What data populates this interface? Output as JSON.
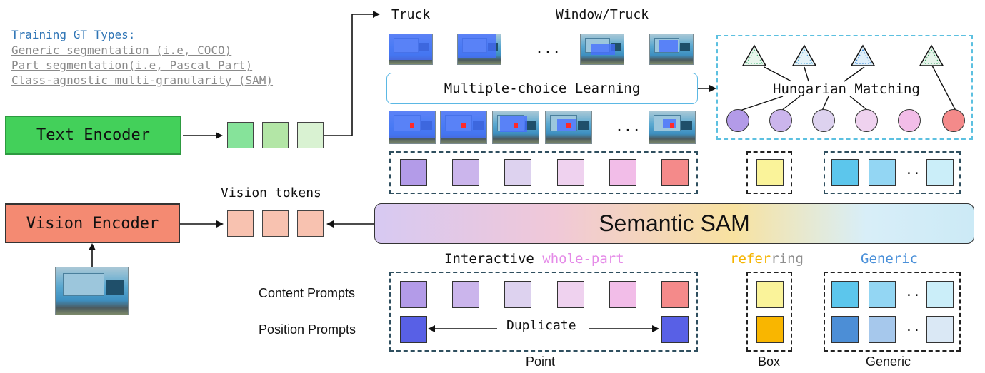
{
  "legend": {
    "title": "Training GT Types:",
    "items": [
      "Generic segmentation (i.e, COCO)",
      "Part segmentation(i.e, Pascal Part)",
      "Class-agnostic multi-granularity (SAM)"
    ]
  },
  "encoders": {
    "text": "Text Encoder",
    "vision": "Vision Encoder",
    "vision_tokens_label": "Vision tokens"
  },
  "top_labels": {
    "truck": "Truck",
    "window_truck": "Window/Truck"
  },
  "ellipsis": "...",
  "ellipsis_short": "..",
  "mcl_label": "Multiple-choice Learning",
  "hungarian_label": "Hungarian Matching",
  "semantic_sam": "Semantic SAM",
  "mode_labels": {
    "interactive": "Interactive",
    "whole_part": "whole-part",
    "refer": "refer",
    "ring": "ring",
    "generic": "Generic"
  },
  "prompt_labels": {
    "content": "Content Prompts",
    "position": "Position Prompts"
  },
  "duplicate": "Duplicate",
  "bottom_labels": {
    "point": "Point",
    "box": "Box",
    "generic": "Generic"
  },
  "colors": {
    "text_encoder": "#43d05a",
    "vision_encoder": "#f48a72",
    "text_tokens": [
      "#86e39a",
      "#b3e6a6",
      "#d9f2d2"
    ],
    "vision_tokens": [
      "#f8c2b0",
      "#f8c2b0",
      "#f8c2b0"
    ],
    "granularity": [
      "#b39be8",
      "#cbb5ec",
      "#ddd2ef",
      "#efd2ef",
      "#f2bde8",
      "#f48a8a"
    ],
    "position_point": "#5860e6",
    "box_content": "#faf39a",
    "box_position": "#f9b600",
    "generic_content": [
      "#5cc6ec",
      "#93d6f3",
      "#cbeef9"
    ],
    "generic_position": [
      "#4c8ed6",
      "#a6c8ec",
      "#dae8f5"
    ],
    "whole_part": "#e58ae8",
    "refer": "#f5b400",
    "ring": "#8e8e8e",
    "generic_label": "#4a90d9",
    "legend_title": "#2e74b5"
  }
}
